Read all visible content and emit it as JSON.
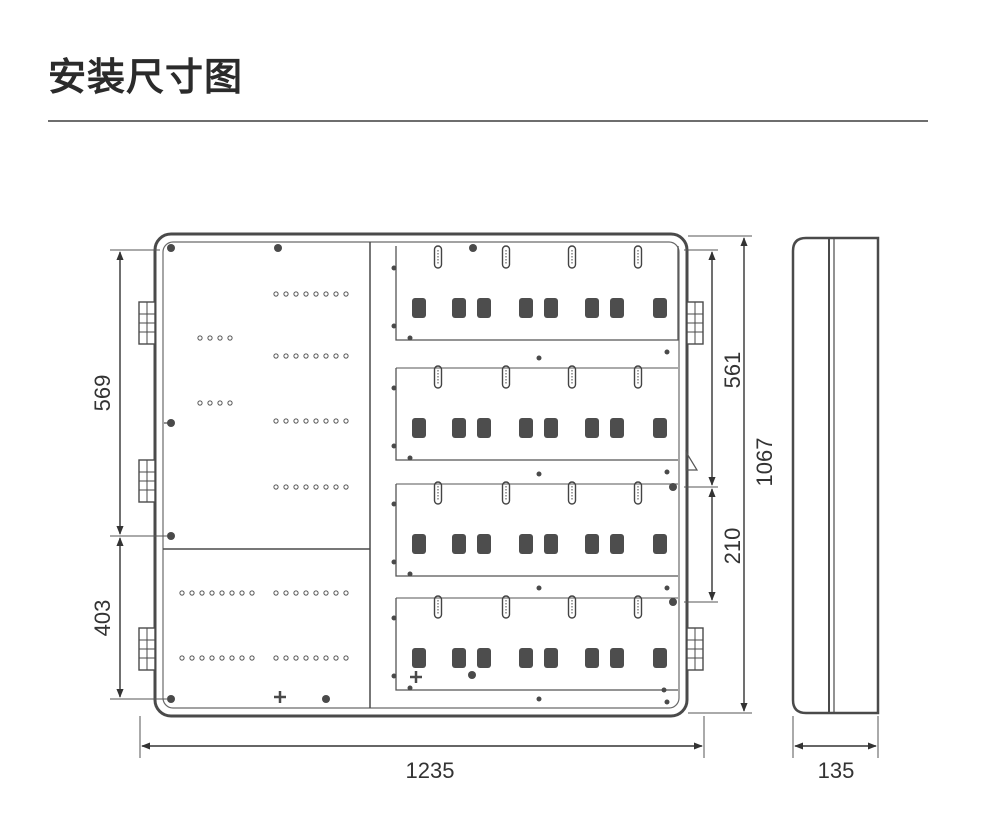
{
  "page": {
    "title": "安装尺寸图"
  },
  "dimensions": {
    "width": "1235",
    "height": "1067",
    "depth": "135",
    "left_upper": "569",
    "left_lower": "403",
    "right_upper": "561",
    "right_lower": "210"
  },
  "colors": {
    "line": "#4a4a4a",
    "text": "#2b2b2b",
    "rule": "#6e6e6e",
    "fill": "#4d4d4d"
  }
}
